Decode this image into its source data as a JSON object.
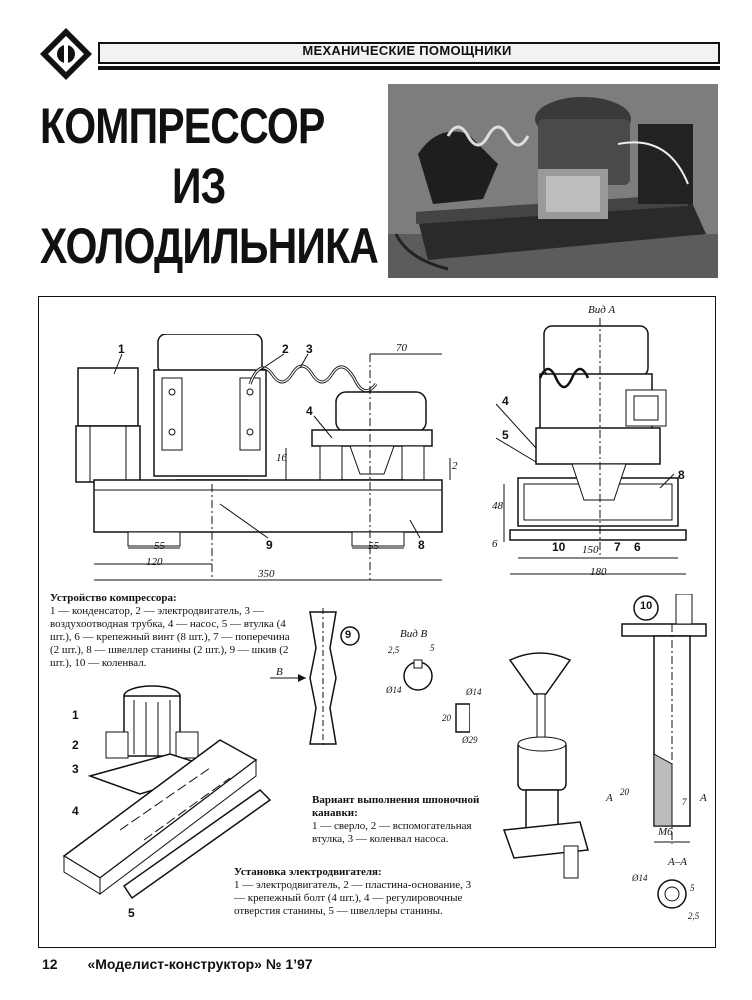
{
  "header": {
    "rubric": "МЕХАНИЧЕСКИЕ ПОМОЩНИКИ",
    "title_lines": [
      "КОМПРЕССОР",
      "ИЗ",
      "ХОЛОДИЛЬНИКА"
    ]
  },
  "drawing": {
    "view_label": "Вид А",
    "view_b_label": "Вид В",
    "callouts_front": [
      "1",
      "2",
      "3",
      "4",
      "9",
      "8"
    ],
    "callouts_side": [
      "4",
      "5",
      "8",
      "10",
      "7",
      "6"
    ],
    "dims_front": [
      "70",
      "16",
      "2",
      "55",
      "55",
      "120",
      "350"
    ],
    "dims_side": [
      "48",
      "6",
      "150",
      "180"
    ],
    "pulley_dims": [
      "2,5",
      "5",
      "Ø14",
      "Ø14",
      "20",
      "Ø29"
    ],
    "shaft_dims": [
      "А",
      "А",
      "20",
      "7",
      "М6",
      "А–А",
      "Ø14",
      "5",
      "2,5"
    ],
    "detail_numbers": [
      "9",
      "10"
    ],
    "arrow_b": "В"
  },
  "captions": {
    "device": {
      "heading": "Устройство компрессора:",
      "body": "1 — конденсатор, 2 — электродвигатель, 3 — воздухоотводная трубка, 4 — насос, 5 — втулка (4 шт.), 6 — крепежный винт (8 шт.), 7 — поперечина (2 шт.), 8 — швеллер станины (2 шт.), 9 — шкив (2 шт.), 10 — коленвал."
    },
    "keyway": {
      "heading": "Вариант выполнения шпоночной канавки:",
      "body": "1 — сверло, 2 — вспомогательная втулка, 3 — коленвал насоса."
    },
    "motor": {
      "heading": "Установка электродвигателя:",
      "body": "1 — электродвигатель, 2 — пластина-основание, 3 — крепежный болт (4 шт.), 4 — регулировочные отверстия станины, 5 — швеллеры станины."
    }
  },
  "footer": {
    "page": "12",
    "journal": "«Моделист-конструктор» № 1’97"
  }
}
